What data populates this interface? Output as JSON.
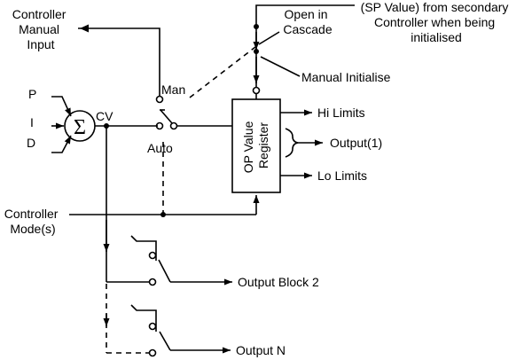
{
  "labels": {
    "controller_manual_input": [
      "Controller",
      "Manual",
      "Input"
    ],
    "open_in_cascade": [
      "Open in",
      "Cascade"
    ],
    "sp_value_note": [
      "(SP Value) from secondary",
      "Controller when being",
      "initialised"
    ],
    "manual_initialise": "Manual Initialise",
    "inputs": {
      "p": "P",
      "i": "I",
      "d": "D"
    },
    "sigma": "Σ",
    "cv": "CV",
    "man": "Man",
    "auto": "Auto",
    "register": [
      "OP Value",
      "Register"
    ],
    "hi_limits": "Hi Limits",
    "output_1": "Output(1)",
    "lo_limits": "Lo Limits",
    "controller_modes": [
      "Controller",
      "Mode(s)"
    ],
    "output_block_2": "Output Block 2",
    "output_n": "Output N"
  },
  "colors": {
    "line": "#000000",
    "background": "#ffffff"
  }
}
